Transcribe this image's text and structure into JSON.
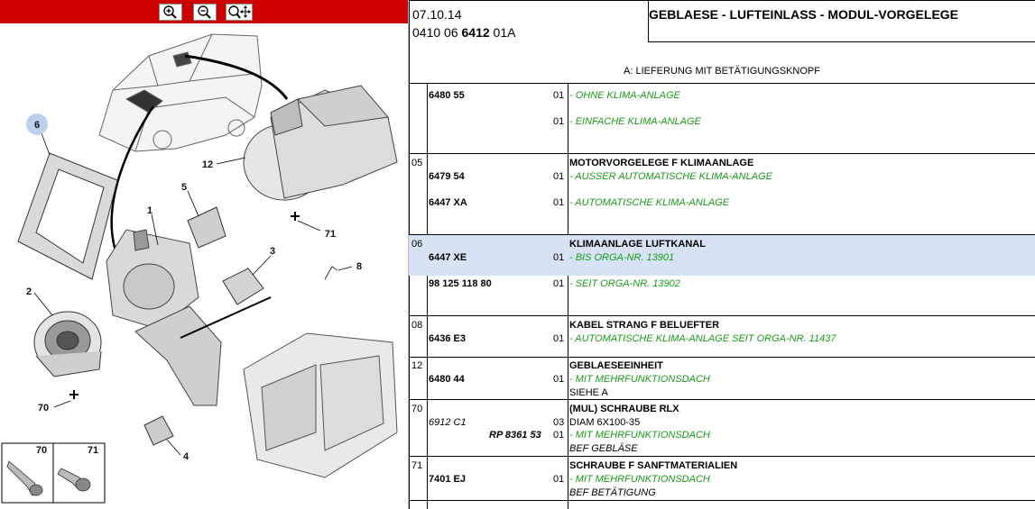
{
  "toolbar": {
    "zoom_in_icon": "zoom-in-icon",
    "zoom_out_icon": "zoom-out-icon",
    "zoom_pan_icon": "zoom-pan-icon"
  },
  "diagram": {
    "callouts": [
      "6",
      "12",
      "5",
      "1",
      "3",
      "8",
      "71",
      "2",
      "70",
      "4"
    ],
    "screw_boxes": [
      "70",
      "71"
    ]
  },
  "header": {
    "date": "07.10.14",
    "ref_prefix": "0410 06 ",
    "ref_bold": "6412",
    "ref_suffix": " 01A",
    "title": "GEBLAESE - LUFTEINLASS - MODUL-VORGELEGE"
  },
  "subtitle": "A: LIEFERUNG MIT BETÄTIGUNGSKNOPF",
  "groups": [
    {
      "pos": "",
      "rows": [
        {
          "part": "6480 55",
          "qty": "01",
          "desc": "- OHNE KLIMA-ANLAGE"
        },
        {
          "part": "",
          "qty": "01",
          "desc": "- EINFACHE KLIMA-ANLAGE"
        }
      ]
    },
    {
      "pos": "05",
      "title": "MOTORVORGELEGE F KLIMAANLAGE",
      "rows": [
        {
          "part": "6479 54",
          "qty": "01",
          "desc": "- AUSSER AUTOMATISCHE KLIMA-ANLAGE"
        },
        {
          "part": "6447 XA",
          "qty": "01",
          "desc": "- AUTOMATISCHE KLIMA-ANLAGE"
        }
      ]
    },
    {
      "pos": "06",
      "title": "KLIMAANLAGE LUFTKANAL",
      "rows": [
        {
          "part": "6447 XE",
          "qty": "01",
          "desc": "- BIS ORGA-NR. 13901"
        },
        {
          "part": "98 125 118 80",
          "qty": "01",
          "desc": "- SEIT ORGA-NR. 13902"
        }
      ]
    },
    {
      "pos": "08",
      "title": "KABEL STRANG F BELUEFTER",
      "rows": [
        {
          "part": "6436 E3",
          "qty": "01",
          "desc": "- AUTOMATISCHE KLIMA-ANLAGE SEIT ORGA-NR. 11437"
        }
      ]
    },
    {
      "pos": "12",
      "title": "GEBLAESEEINHEIT",
      "rows": [
        {
          "part": "6480 44",
          "qty": "01",
          "desc": "- MIT MEHRFUNKTIONSDACH",
          "note": "SIEHE A"
        }
      ]
    },
    {
      "pos": "70",
      "title": "(MUL) SCHRAUBE RLX",
      "rows": [
        {
          "part": "6912 C1",
          "qty": "03",
          "desc": "DIAM 6X100-35"
        },
        {
          "part": "RP 8361 53",
          "qty": "01",
          "desc": "- MIT MEHRFUNKTIONSDACH",
          "note": "BEF GEBLÄSE"
        }
      ]
    },
    {
      "pos": "71",
      "title": "SCHRAUBE F SANFTMATERIALIEN",
      "rows": [
        {
          "part": "7401 EJ",
          "qty": "01",
          "desc": "- MIT MEHRFUNKTIONSDACH",
          "note": "BEF BETÄTIGUNG"
        }
      ]
    }
  ],
  "colors": {
    "toolbar_bg": "#cc0000",
    "desc_green": "#1a9a1a",
    "selected_row": "#d7e3f5",
    "callout_bubble": "#bcd0ee"
  }
}
